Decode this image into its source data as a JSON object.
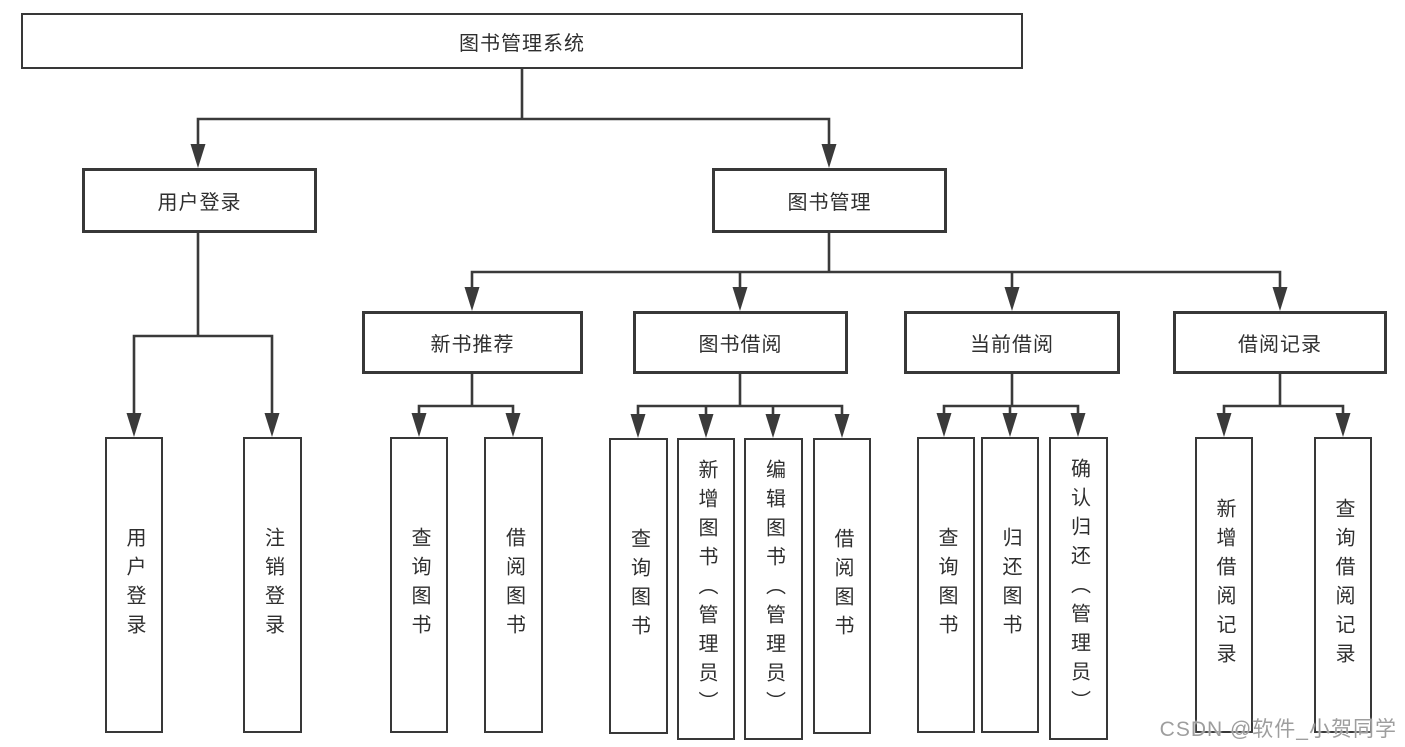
{
  "colors": {
    "line_color": "#3a3a3a",
    "border_color": "#383838",
    "text_color": "#2f2f2f",
    "watermark_color": "#9e9e9e",
    "bg_color": "#ffffff"
  },
  "tree": {
    "label": "图书管理系统",
    "children": [
      {
        "label": "用户登录",
        "children": [
          {
            "label": "用户登录"
          },
          {
            "label": "注销登录"
          }
        ]
      },
      {
        "label": "图书管理",
        "children": [
          {
            "label": "新书推荐",
            "children": [
              {
                "label": "查询图书"
              },
              {
                "label": "借阅图书"
              }
            ]
          },
          {
            "label": "图书借阅",
            "children": [
              {
                "label": "查询图书"
              },
              {
                "label": "新增图书（管理员）"
              },
              {
                "label": "编辑图书（管理员）"
              },
              {
                "label": "借阅图书"
              }
            ]
          },
          {
            "label": "当前借阅",
            "children": [
              {
                "label": "查询图书"
              },
              {
                "label": "归还图书"
              },
              {
                "label": "确认归还（管理员）"
              }
            ]
          },
          {
            "label": "借阅记录",
            "children": [
              {
                "label": "新增借阅记录"
              },
              {
                "label": "查询借阅记录"
              }
            ]
          }
        ]
      }
    ]
  },
  "watermark": {
    "text": "CSDN @软件_小贺同学"
  }
}
